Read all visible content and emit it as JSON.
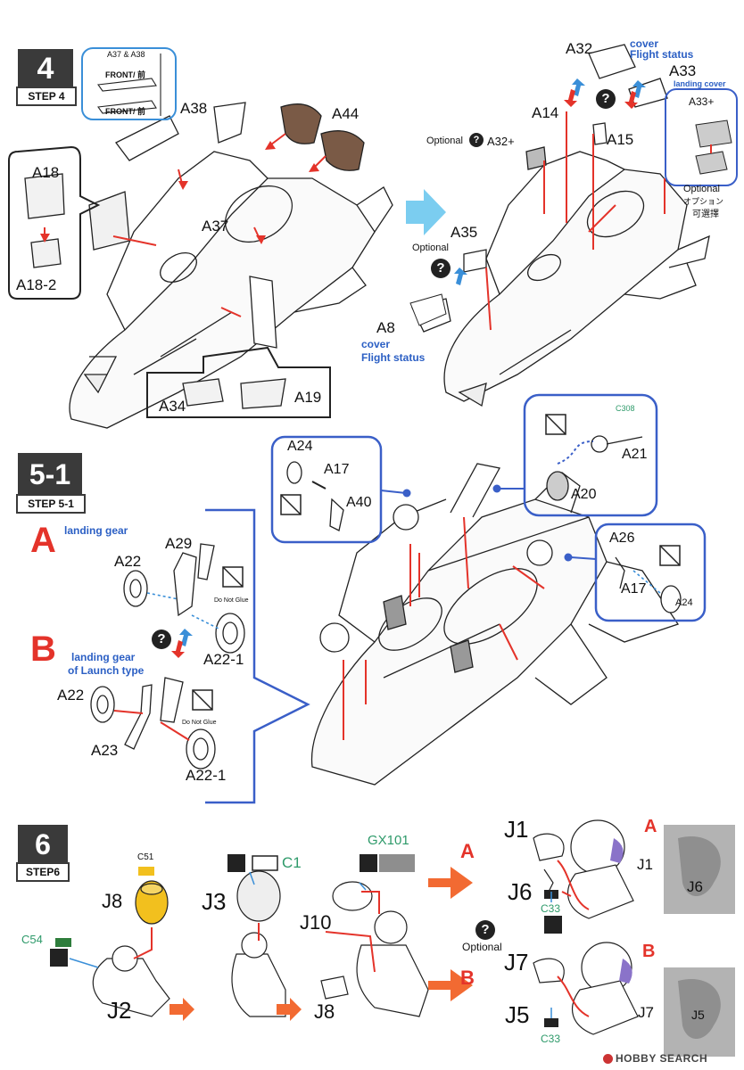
{
  "step4": {
    "number": "4",
    "label": "STEP 4",
    "inset_front_1": "A37 & A38",
    "inset_front_2": "FRONT/ 前",
    "inset_front_3": "FRONT/ 前",
    "parts_left": {
      "a38": "A38",
      "a44": "A44",
      "a18": "A18",
      "a18_2": "A18-2",
      "a37": "A37",
      "a34": "A34",
      "a19": "A19"
    },
    "parts_right": {
      "a32": "A32",
      "a32_cover": "cover",
      "a32_flight": "Flight status",
      "a33": "A33",
      "a33_note": "landing  cover",
      "a14": "A14",
      "a15": "A15",
      "optional_a32": "Optional",
      "a32_plus": "A32+",
      "a33_plus": "A33+",
      "optional_right": "Optional",
      "optional_jp1": "オプション",
      "optional_jp2": "可選擇",
      "a35": "A35",
      "optional_a35": "Optional",
      "a8": "A8",
      "a8_cover": "cover",
      "a8_flight": "Flight status"
    }
  },
  "step5": {
    "number": "5-1",
    "label": "STEP 5-1",
    "a_letter": "A",
    "a_desc": "landing gear",
    "b_letter": "B",
    "b_desc_1": "landing gear",
    "b_desc_2": "of Launch type",
    "parts": {
      "a29": "A29",
      "a22_a": "A22",
      "a22_1_a": "A22-1",
      "do_not_glue_a": "Do Not Glue",
      "do_not_glue_b": "Do Not Glue",
      "a22_b": "A22",
      "a23": "A23",
      "a22_1_b": "A22-1",
      "a24": "A24",
      "a17": "A17",
      "a40": "A40",
      "c308": "C308",
      "a21": "A21",
      "a20": "A20",
      "a26": "A26",
      "a17_b": "A17",
      "a24_b": "A24"
    }
  },
  "step6": {
    "number": "6",
    "label": "STEP6",
    "c51": "C51",
    "j8": "J8",
    "c54": "C54",
    "j2": "J2",
    "c1": "C1",
    "j3": "J3",
    "gx101": "GX101",
    "j10": "J10",
    "j8_b": "J8",
    "j1": "J1",
    "j6": "J6",
    "c33_a": "C33",
    "optional": "Optional",
    "j7": "J7",
    "j5": "J5",
    "c33_b": "C33",
    "route_a": "A",
    "route_b": "B",
    "photo_a_letter": "A",
    "photo_a_j1": "J1",
    "photo_a_j6": "J6",
    "photo_b_letter": "B",
    "photo_b_j7": "J7",
    "photo_b_j5": "J5"
  },
  "watermark": "HOBBY SEARCH",
  "colors": {
    "step_box": "#3a3a3a",
    "callout_blue": "#3a5fc8",
    "label_blue": "#2b5fc4",
    "arrow_red": "#e4332a",
    "paint_green": "#2e9a6a",
    "yellow": "#f2c01e"
  }
}
